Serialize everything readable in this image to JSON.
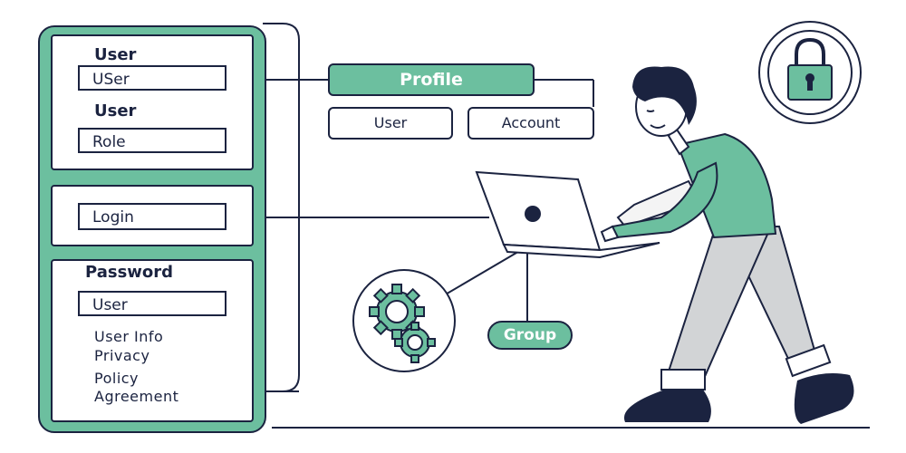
{
  "sidebar": {
    "card1": {
      "label_1": "User",
      "field_1": "USer",
      "label_2": "User",
      "field_2": "Role"
    },
    "card2": {
      "field": "Login"
    },
    "card3": {
      "label": "Password",
      "field": "User",
      "links": [
        "User Info",
        "Privacy",
        "Policy",
        "Agreement"
      ]
    }
  },
  "profile": {
    "title": "Profile",
    "user_button": "User",
    "account_button": "Account"
  },
  "group_label": "Group",
  "colors": {
    "accent": "#6cbf9f",
    "ink": "#1b2340",
    "pants": "#d2d4d6"
  },
  "icons": [
    "lock-icon",
    "gears-icon",
    "laptop-icon"
  ]
}
